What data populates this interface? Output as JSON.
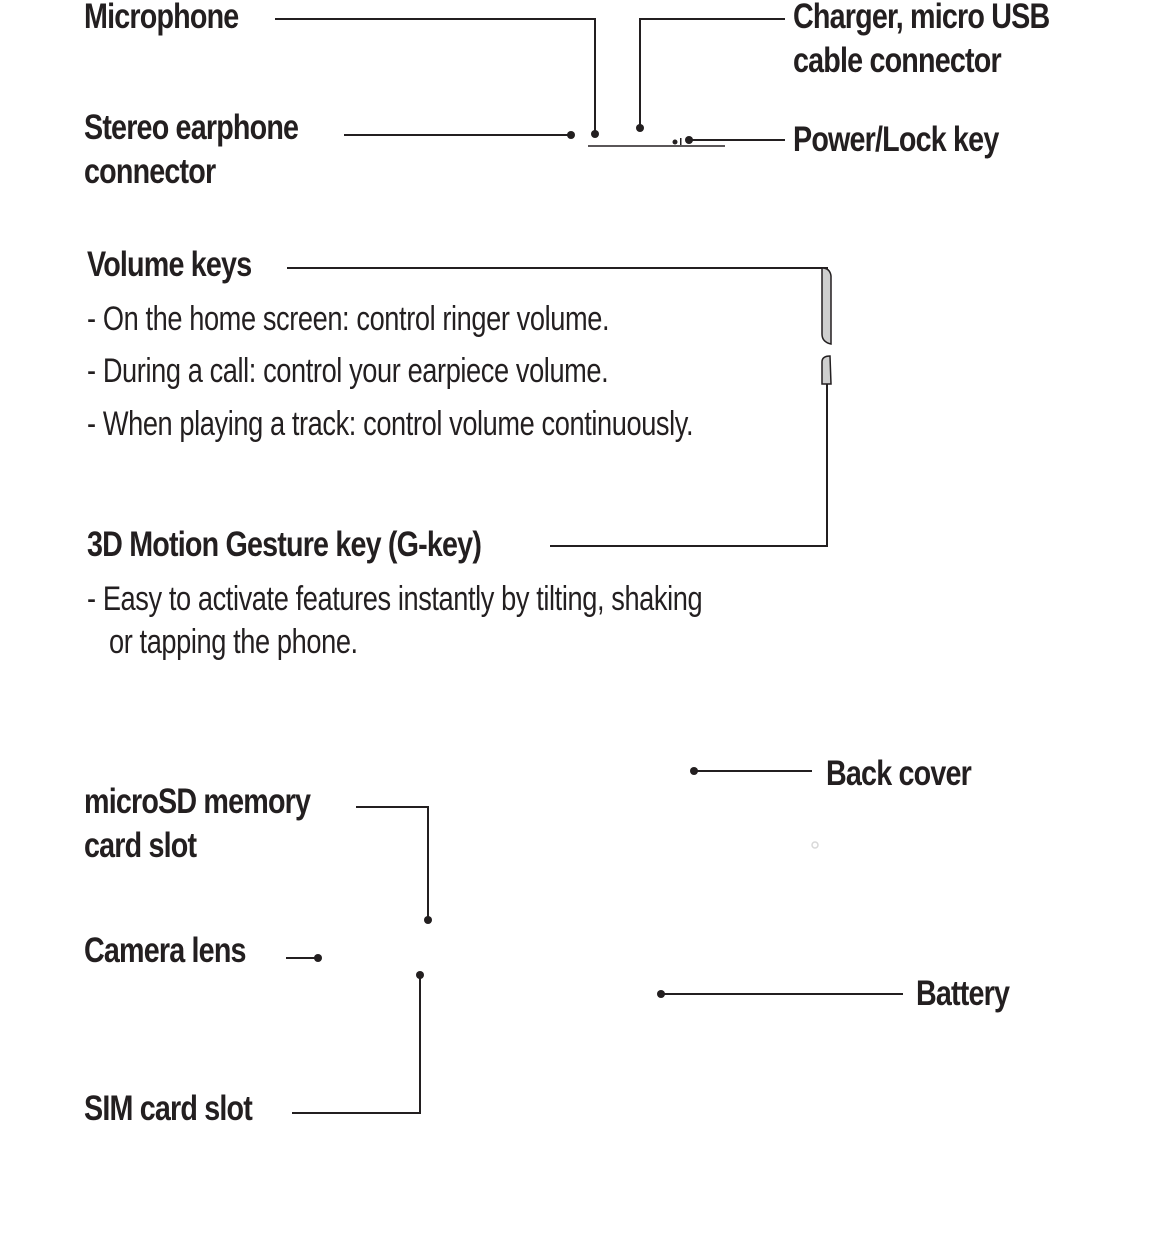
{
  "top_section": {
    "microphone": "Microphone",
    "charger": [
      "Charger, micro USB",
      "cable connector"
    ],
    "earphone": [
      "Stereo earphone",
      "connector"
    ],
    "power_lock": "Power/Lock key"
  },
  "middle_section": {
    "volume_title": "Volume keys",
    "volume_items": [
      "- On the home screen: control ringer volume.",
      "- During a call: control your earpiece volume.",
      "- When playing a track: control volume continuously."
    ],
    "gkey_title": "3D Motion Gesture key (G-key)",
    "gkey_items": [
      "- Easy to activate features instantly by tilting, shaking",
      "or tapping the phone."
    ]
  },
  "bottom_section": {
    "microsd": [
      "microSD  memory",
      "card slot"
    ],
    "camera": "Camera lens",
    "sim": "SIM card slot",
    "back_cover": "Back cover",
    "battery": "Battery"
  },
  "colors": {
    "ink": "#231f20",
    "line": "#231f20",
    "key_fill": "#cfcfcf"
  }
}
